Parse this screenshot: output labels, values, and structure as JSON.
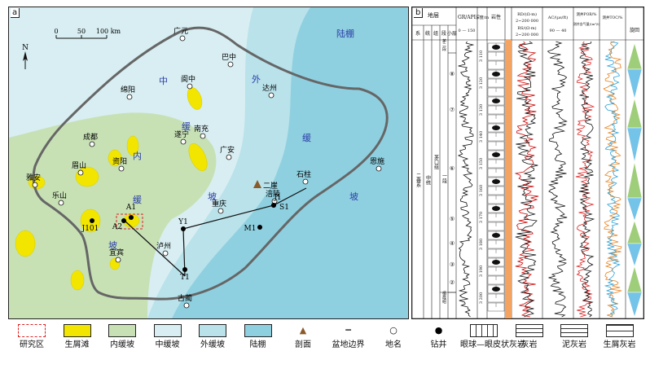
{
  "panel_a": {
    "tag": "a",
    "scale": {
      "ticks": [
        "0",
        "50",
        "100 km"
      ]
    },
    "north": "N",
    "regions": {
      "shelf": "陆棚",
      "outer_ramp_1": "外",
      "outer_ramp_2": "缓",
      "outer_ramp_3": "坡",
      "middle_ramp_1": "中",
      "middle_ramp_2": "缓",
      "middle_ramp_3": "坡",
      "inner_ramp_1": "内",
      "inner_ramp_2": "缓",
      "inner_ramp_3": "坡"
    },
    "places": [
      {
        "name": "广元"
      },
      {
        "name": "巴中"
      },
      {
        "name": "阆中"
      },
      {
        "name": "达州"
      },
      {
        "name": "绵阳"
      },
      {
        "name": "成都"
      },
      {
        "name": "南充"
      },
      {
        "name": "遂宁"
      },
      {
        "name": "广安"
      },
      {
        "name": "恩施"
      },
      {
        "name": "资阳"
      },
      {
        "name": "眉山"
      },
      {
        "name": "雅安"
      },
      {
        "name": "石柱"
      },
      {
        "name": "乐山"
      },
      {
        "name": "重庆"
      },
      {
        "name": "涪陵"
      },
      {
        "name": "泸州"
      },
      {
        "name": "宜宾"
      },
      {
        "name": "古蔺"
      }
    ],
    "wells": [
      {
        "name": "A1"
      },
      {
        "name": "A2"
      },
      {
        "name": "J101"
      },
      {
        "name": "Y1"
      },
      {
        "name": "T1"
      },
      {
        "name": "J1"
      },
      {
        "name": "S1"
      },
      {
        "name": "M1"
      }
    ],
    "section_label": "二崖"
  },
  "panel_b": {
    "tag": "b",
    "headers": {
      "strata": "地层",
      "system": "系",
      "series": "统",
      "group": "组",
      "member": "段",
      "sublayer": "小层",
      "gr": "GR/API",
      "gr_scale": "0 — 150",
      "depth": "深度/m",
      "lith": "岩性",
      "rd": "RD/(Ω·m)",
      "rd_scale": "2~200 000",
      "rs": "RS/(Ω·m)",
      "rs_scale": "2~200 000",
      "ac": "AC/(μs/ft)",
      "ac_scale": "90 — 40",
      "por": "测井POR/%",
      "gas": "测井含气量/(m³/t)",
      "toc": "测井TOC/%",
      "cycle": "旋回"
    },
    "system": "二叠系",
    "series": "中统",
    "group": "茅口组",
    "members": [
      "茅二段",
      "一段",
      "栖霞组"
    ],
    "sublayers": [
      "⑧",
      "⑦",
      "⑥",
      "⑤",
      "④",
      "③",
      "②"
    ],
    "depths": [
      "3 110",
      "3 120",
      "3 130",
      "3 140",
      "3 150",
      "3 160",
      "3 170",
      "3 180",
      "3 190",
      "3 200"
    ]
  },
  "legend": [
    {
      "label": "研究区",
      "color": "#ffffff"
    },
    {
      "label": "生屑滩",
      "color": "#f2e600"
    },
    {
      "label": "内缓坡",
      "color": "#c7e1b5"
    },
    {
      "label": "中缓坡",
      "color": "#d8eef2"
    },
    {
      "label": "外缓坡",
      "color": "#b9e2ea"
    },
    {
      "label": "陆棚",
      "color": "#8fd0e0"
    },
    {
      "label": "剖面",
      "color": "#8a5a2b"
    },
    {
      "label": "盆地边界",
      "color": "#555555"
    },
    {
      "label": "地名",
      "color": "#ffffff"
    },
    {
      "label": "钻井",
      "color": "#000000"
    },
    {
      "label": "眼球—眼皮状灰岩",
      "color": "#ffffff"
    },
    {
      "label": "灰岩",
      "color": "#ffffff"
    },
    {
      "label": "泥灰岩",
      "color": "#ffffff"
    },
    {
      "label": "生屑灰岩",
      "color": "#ffffff"
    }
  ]
}
